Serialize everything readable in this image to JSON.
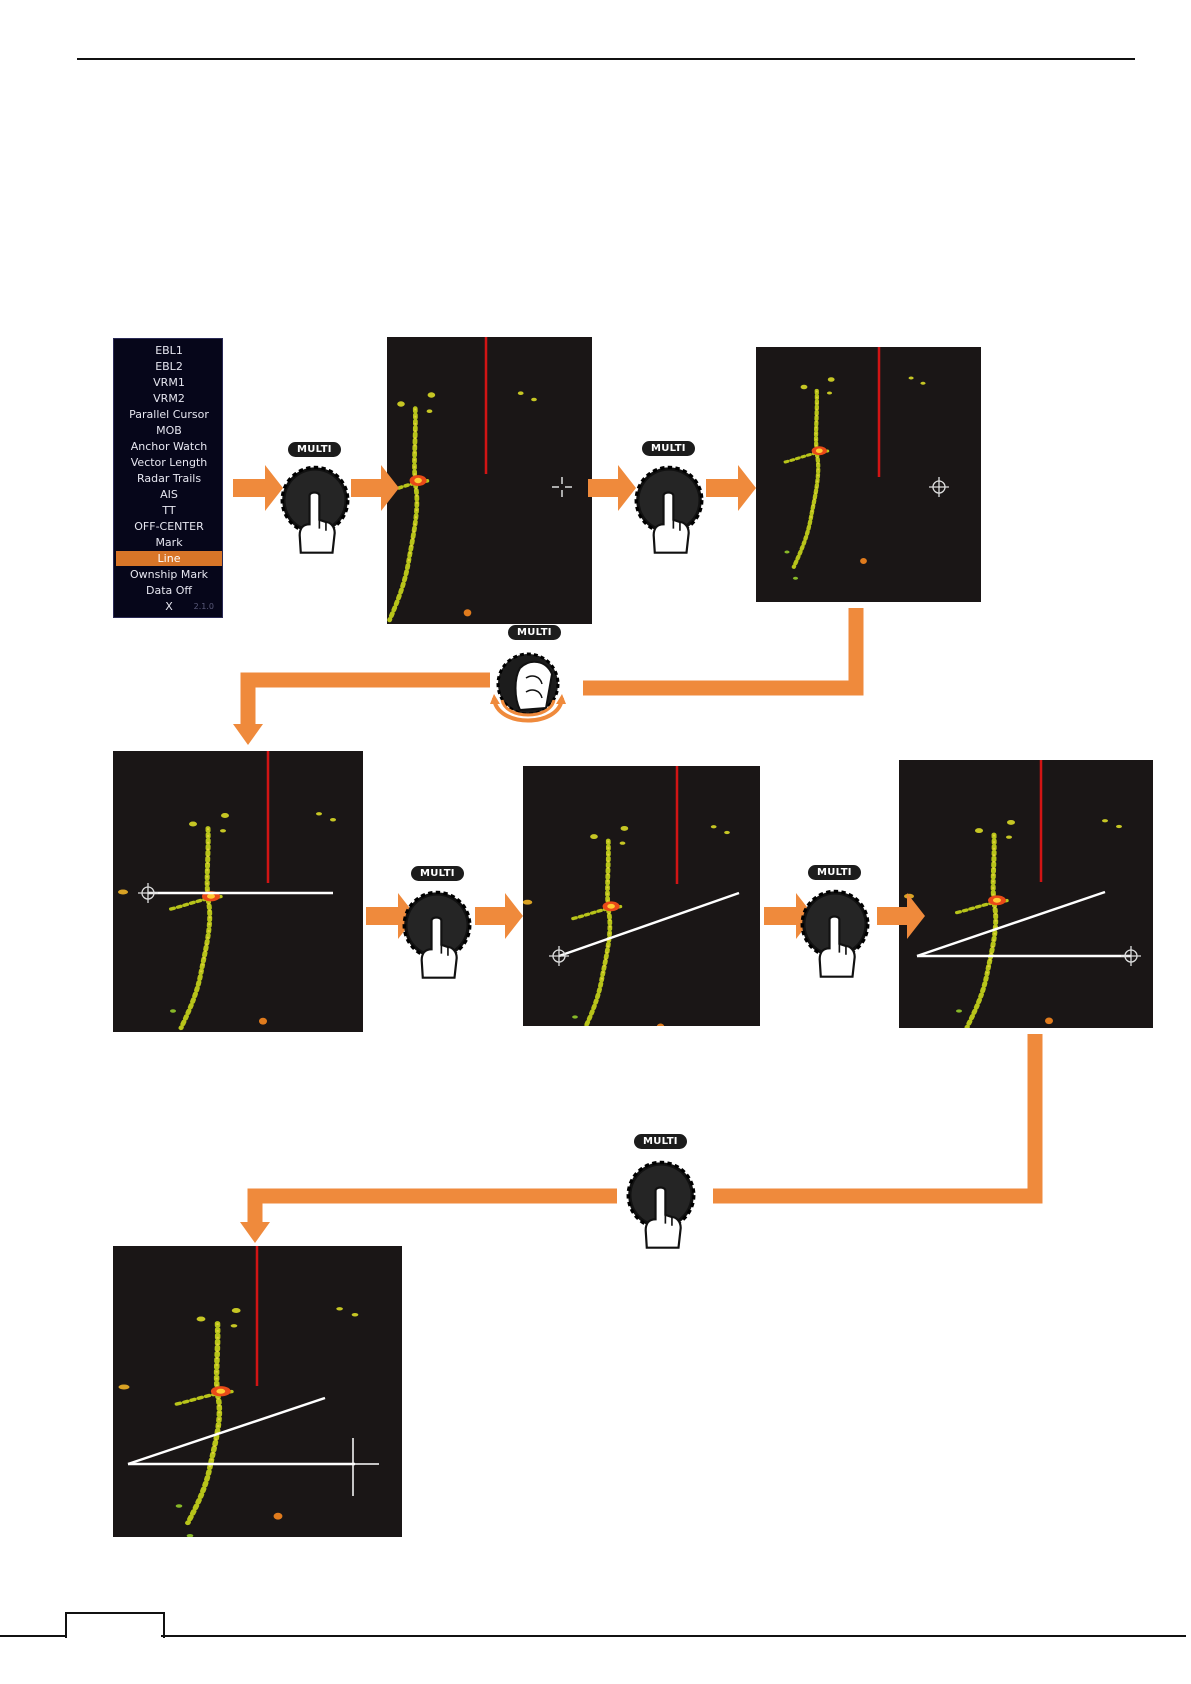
{
  "menu": {
    "items": [
      "EBL1",
      "EBL2",
      "VRM1",
      "VRM2",
      "Parallel Cursor",
      "MOB",
      "Anchor Watch",
      "Vector Length",
      "Radar Trails",
      "AIS",
      "TT",
      "OFF-CENTER",
      "Mark",
      "Line",
      "Ownship Mark",
      "Data Off",
      "X"
    ],
    "selected": "Line",
    "version": "2.1.0"
  },
  "knob_label": "MULTI",
  "colors": {
    "arrow": "#ef8a3c",
    "menu_highlight": "#d87528",
    "heading_line": "#d11414",
    "radar_bg": "#1a1616"
  },
  "icons": [
    "multi-knob-press-icon",
    "multi-knob-rotate-icon",
    "orange-arrow-icon",
    "crosshair-icon"
  ]
}
